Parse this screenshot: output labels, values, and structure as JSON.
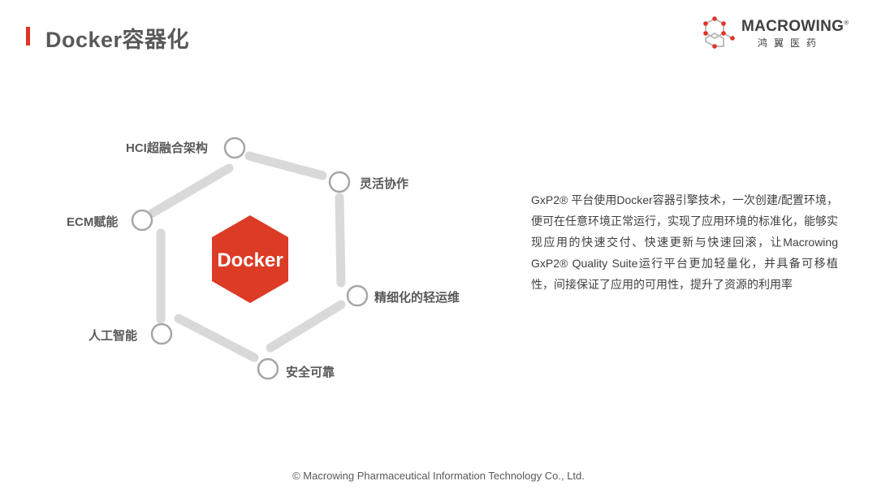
{
  "header": {
    "title": "Docker容器化",
    "accent_color": "#e03327"
  },
  "logo": {
    "name": "MACROWING",
    "registered": "®",
    "subtitle": "鸿翼医药"
  },
  "diagram": {
    "center_label": "Docker",
    "center_color": "#dc3b26",
    "nodes": [
      {
        "id": "hci",
        "label": "HCI超融合架构"
      },
      {
        "id": "flexible",
        "label": "灵活协作"
      },
      {
        "id": "ops",
        "label": "精细化的轻运维"
      },
      {
        "id": "secure",
        "label": "安全可靠"
      },
      {
        "id": "ai",
        "label": "人工智能"
      },
      {
        "id": "ecm",
        "label": "ECM赋能"
      }
    ]
  },
  "description": "GxP2® 平台使用Docker容器引擎技术，一次创建/配置环境，便可在任意环境正常运行，实现了应用环境的标准化，能够实现应用的快速交付、快速更新与快速回滚，让Macrowing GxP2® Quality Suite运行平台更加轻量化，并具备可移植性，间接保证了应用的可用性，提升了资源的利用率",
  "footer": "© Macrowing Pharmaceutical Information Technology Co., Ltd."
}
